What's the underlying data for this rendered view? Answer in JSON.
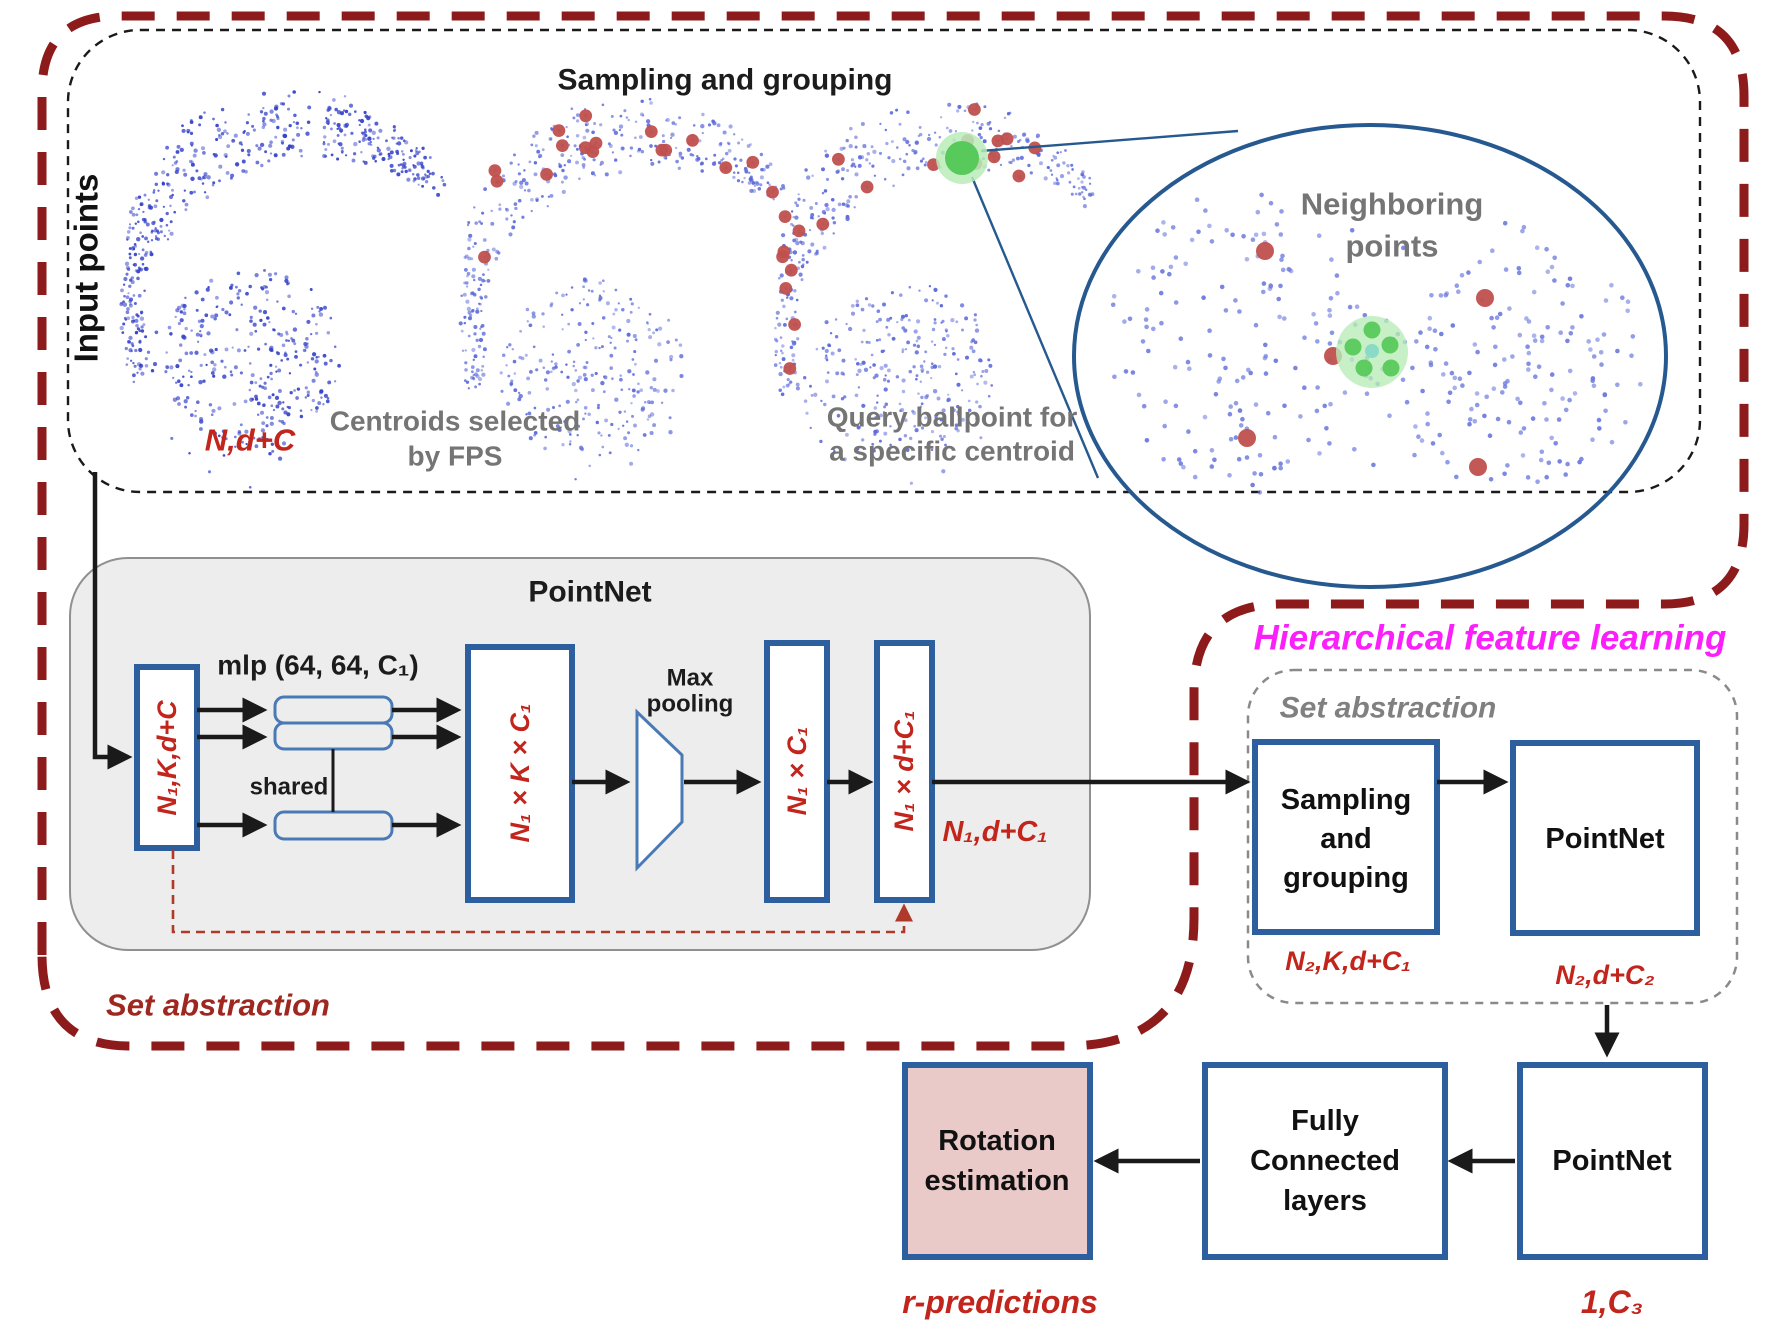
{
  "top_panel": {
    "title": "Sampling and grouping",
    "input_points_label": "Input points",
    "input_cloud_label": "N,d+C",
    "centroids_caption_line1": "Centroids selected",
    "centroids_caption_line2": "by FPS",
    "query_caption_line1": "Query ballpoint for",
    "query_caption_line2": "a specific centroid",
    "magnifier_caption_line1": "Neighboring",
    "magnifier_caption_line2": "points"
  },
  "pointnet_panel": {
    "title": "PointNet",
    "input_box_label": "N₁,K,d+C",
    "mlp_label": "mlp (64, 64, C₁)",
    "shared_label": "shared",
    "matrix_box_label": "N₁ × K × C₁",
    "maxpool_line1": "Max",
    "maxpool_line2": "pooling",
    "pooled_box_label": "N₁ × C₁",
    "concat_box_label": "N₁ × d+C₁",
    "output_label": "N₁,d+C₁",
    "caption": "Set abstraction"
  },
  "hierarchical_panel": {
    "title": "Hierarchical feature learning",
    "caption": "Set abstraction",
    "sampling_grouping": [
      "Sampling",
      "and",
      "grouping"
    ],
    "pointnet_label": "PointNet",
    "sampling_output_label": "N₂,K,d+C₁",
    "pointnet_output_label": "N₂,d+C₂"
  },
  "bottom_row": {
    "pointnet_label": "PointNet",
    "pointnet_output_label": "1,C₃",
    "fully_connected": [
      "Fully",
      "Connected",
      "layers"
    ],
    "rotation": [
      "Rotation",
      "estimation"
    ],
    "predictions_label": "r-predictions"
  },
  "colors": {
    "accent_blue": "#2d5f9e",
    "light_blue": "#4a7ab5",
    "dark_red_dash": "#8e1b1b",
    "red_label": "#c2251c",
    "feedback_red": "#b03a2a",
    "magenta": "#fb1ffb",
    "gray_label": "#757575",
    "panel_gray": "#ededed",
    "pink_fill": "#eac9c9",
    "point_blue_dense": "#3240c8",
    "point_blue_light": "#5a68d8",
    "point_blue_zoom": "#6b79dd",
    "centroid_red": "#c0504d",
    "green_centroid": "#58c95b",
    "green_halo": "#b9ecb9",
    "teal_point": "#86d9c8"
  }
}
